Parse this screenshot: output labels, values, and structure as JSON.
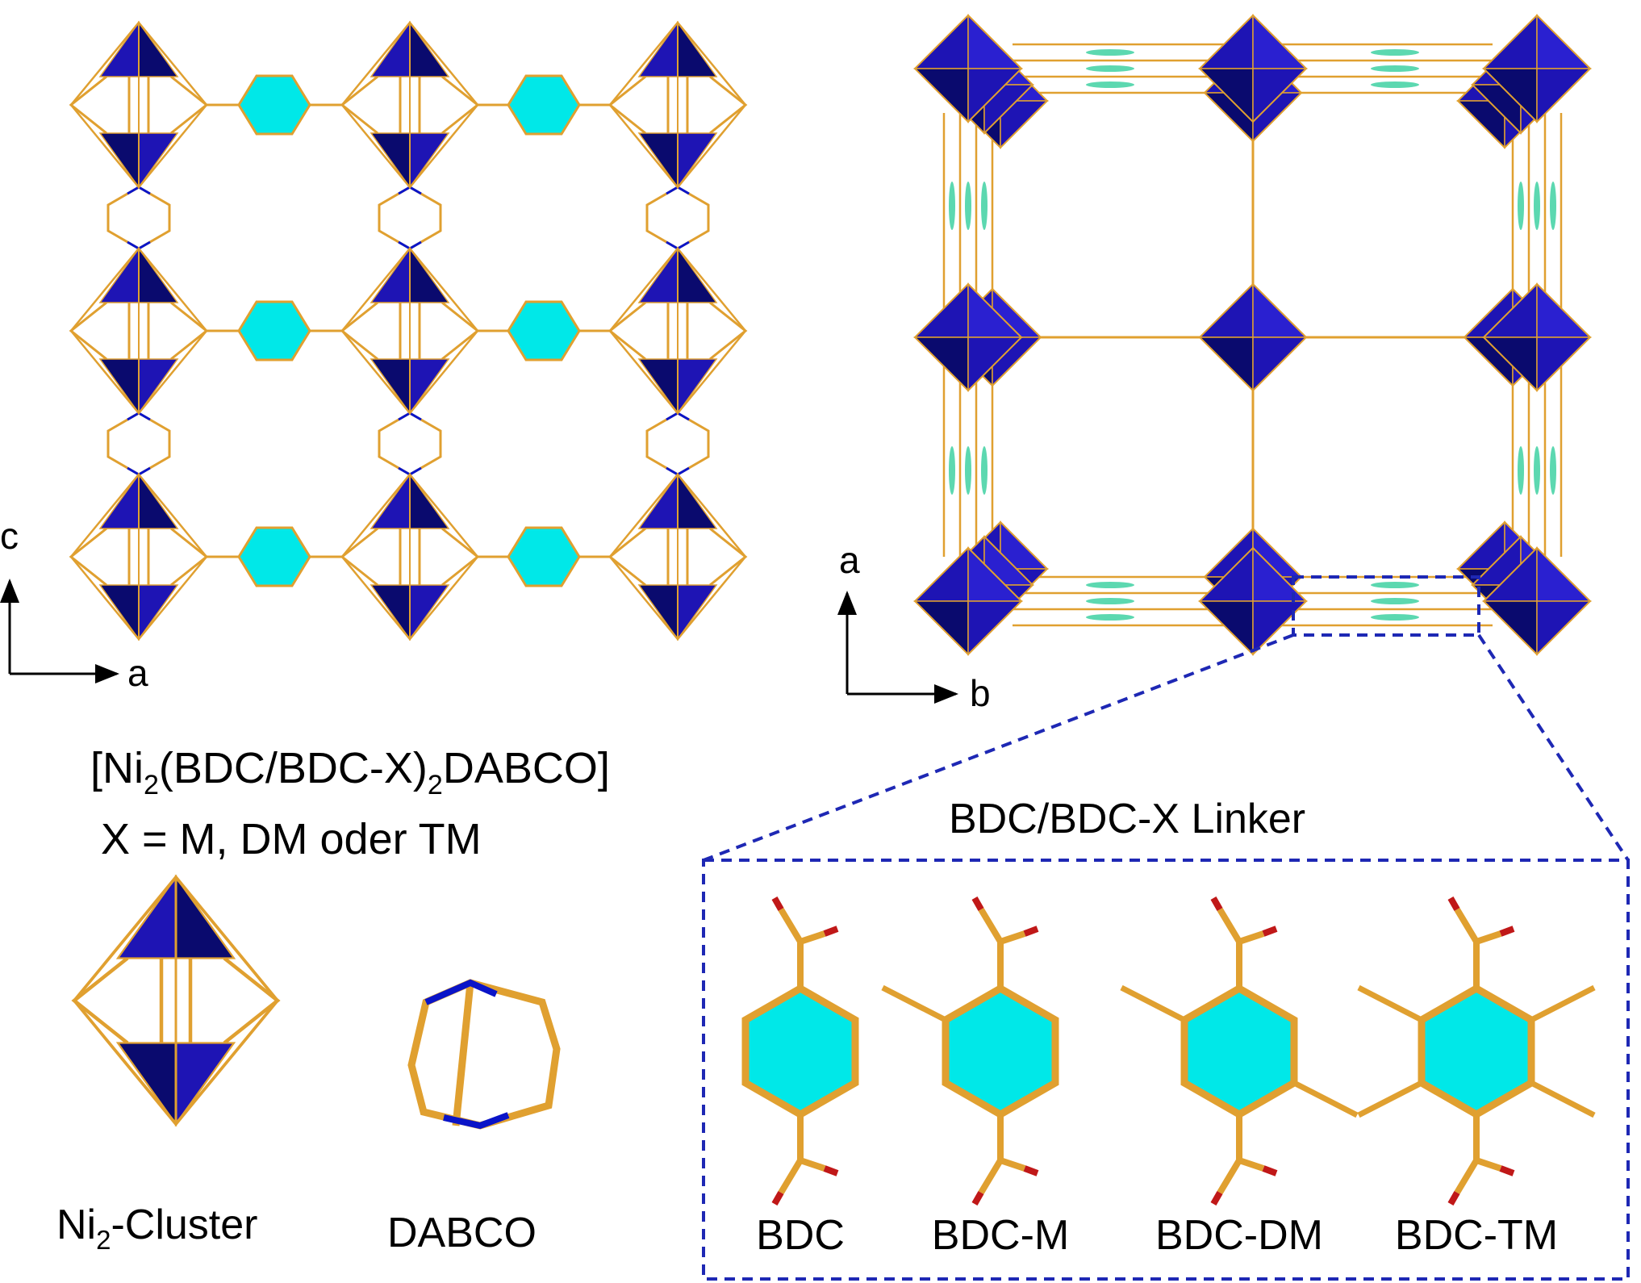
{
  "left_panel": {
    "axis_vertical": "c",
    "axis_horizontal": "a"
  },
  "right_panel": {
    "axis_vertical": "a",
    "axis_horizontal": "b"
  },
  "formula": {
    "prefix": "[Ni",
    "sub1": "2",
    "middle": "(BDC/BDC-X)",
    "sub2": "2",
    "suffix": "DABCO]",
    "x_definition": "X = M, DM oder TM"
  },
  "legend": {
    "cluster_prefix": "Ni",
    "cluster_sub": "2",
    "cluster_suffix": "-Cluster",
    "dabco_label": "DABCO"
  },
  "linker_box": {
    "title": "BDC/BDC-X Linker",
    "linkers": [
      {
        "label": "BDC",
        "methyls": 0
      },
      {
        "label": "BDC-M",
        "methyls": 1
      },
      {
        "label": "BDC-DM",
        "methyls": 2
      },
      {
        "label": "BDC-TM",
        "methyls": 4
      }
    ]
  },
  "colors": {
    "polyhedron": "#1e14b4",
    "polyhedron_dark": "#0a0a6e",
    "bond": "#e0a030",
    "ring_fill": "#00e8e8",
    "oxygen": "#c01818",
    "nitrogen": "#0a14c8",
    "frame": "#1e28b4"
  }
}
